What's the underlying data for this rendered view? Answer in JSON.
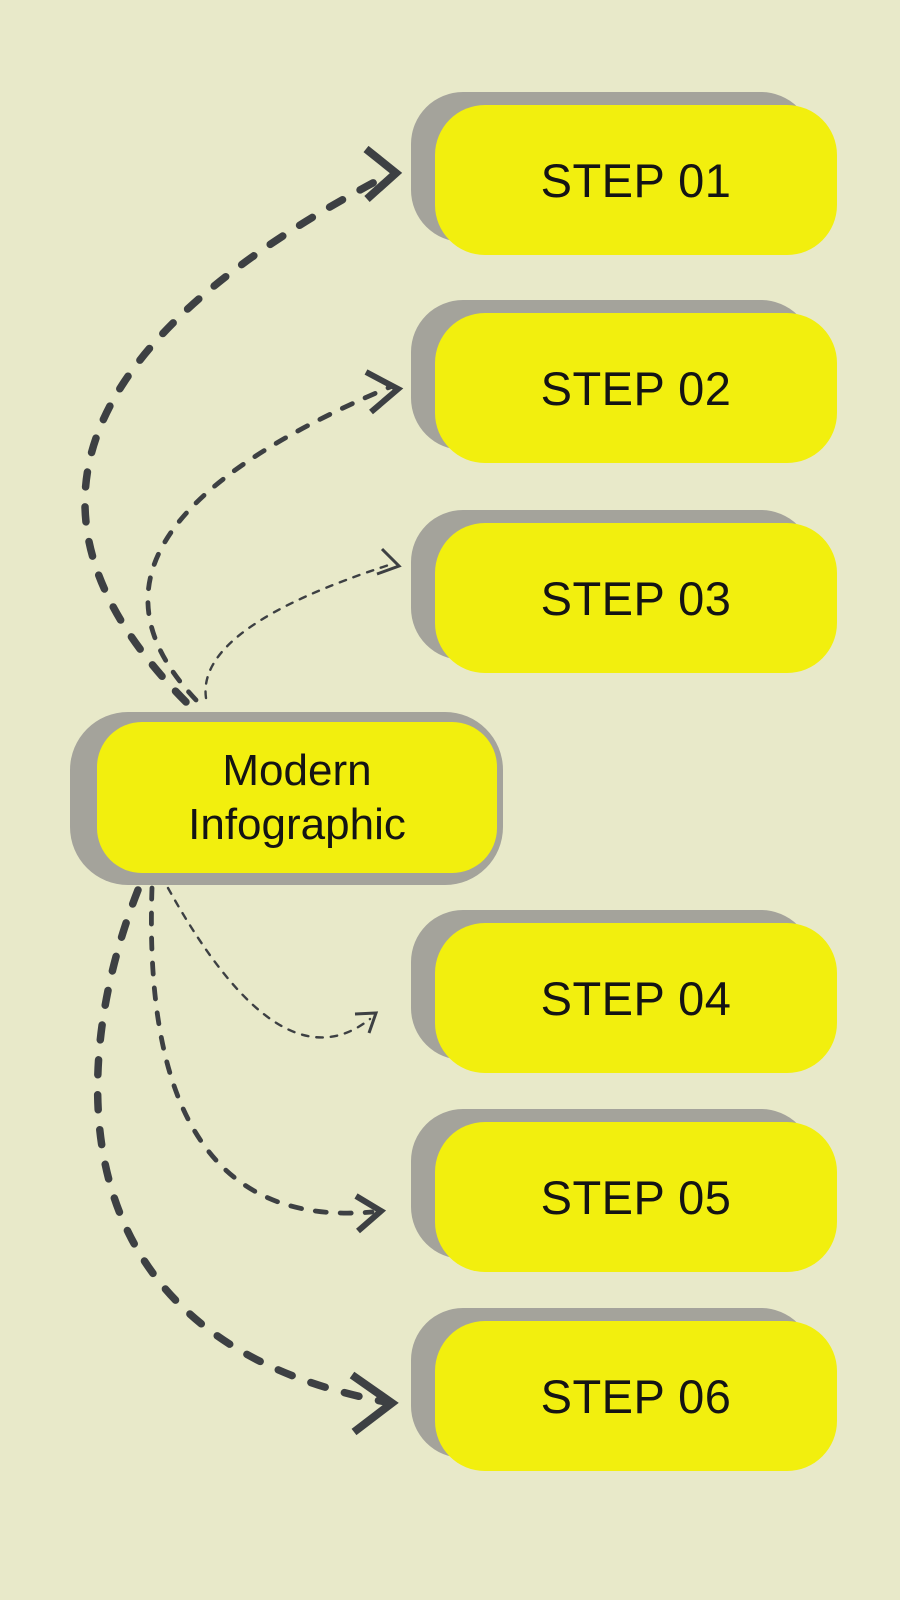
{
  "center": {
    "title_line1": "Modern",
    "title_line2": "Infographic"
  },
  "steps": [
    {
      "label": "STEP 01"
    },
    {
      "label": "STEP 02"
    },
    {
      "label": "STEP 03"
    },
    {
      "label": "STEP 04"
    },
    {
      "label": "STEP 05"
    },
    {
      "label": "STEP 06"
    }
  ],
  "connections": [
    {
      "from": "Modern Infographic",
      "to": "STEP 01",
      "style": "dashed",
      "weight": "thick"
    },
    {
      "from": "Modern Infographic",
      "to": "STEP 02",
      "style": "dashed",
      "weight": "medium"
    },
    {
      "from": "Modern Infographic",
      "to": "STEP 03",
      "style": "dashed",
      "weight": "thin"
    },
    {
      "from": "Modern Infographic",
      "to": "STEP 04",
      "style": "dashed",
      "weight": "thin"
    },
    {
      "from": "Modern Infographic",
      "to": "STEP 05",
      "style": "dashed",
      "weight": "medium"
    },
    {
      "from": "Modern Infographic",
      "to": "STEP 06",
      "style": "dashed",
      "weight": "thick"
    }
  ],
  "colors": {
    "background": "#e8e9c9",
    "box_fill": "#f2ef0e",
    "shadow": "#a4a39b",
    "arrow": "#3d4043",
    "text": "#141414"
  }
}
